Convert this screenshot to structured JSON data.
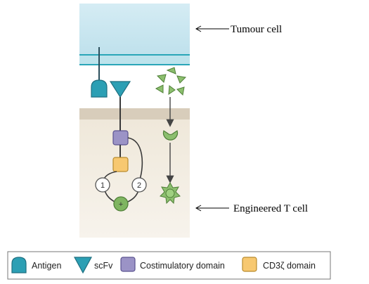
{
  "labels": {
    "tumour_cell": "Tumour cell",
    "engineered_t_cell": "Engineered T cell"
  },
  "circles": {
    "one": "1",
    "two": "2",
    "plus": "+"
  },
  "legend": {
    "antigen": "Antigen",
    "scfv": "scFv",
    "costimulatory": "Costimulatory domain",
    "cd3z": "CD3ζ domain"
  },
  "colors": {
    "tumour_fill": "#cfe8f0",
    "tumour_membrane": "#2aa6b8",
    "tcell_membrane": "#d9cfbe",
    "tcell_fill": "#f3efe6",
    "antigen_teal": "#2c9fb4",
    "costim_purple": "#9b93c6",
    "cd3z_yellow": "#f7c870",
    "green": "#7fb561"
  },
  "icons": {
    "antigen": "antigen-icon",
    "scfv": "scfv-icon",
    "costimulatory": "costimulatory-domain-icon",
    "cd3z": "cd3z-domain-icon"
  }
}
